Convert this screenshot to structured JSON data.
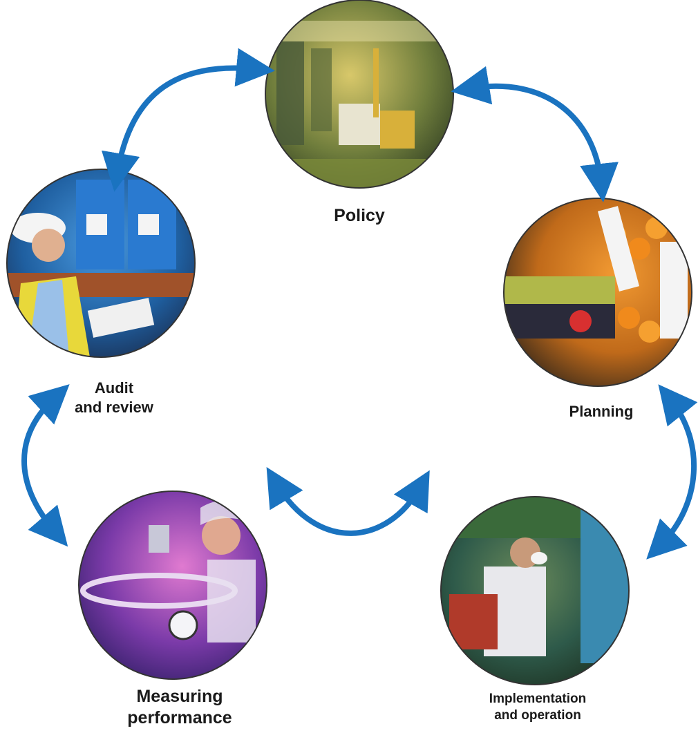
{
  "diagram": {
    "arrow_color": "#1a73c0",
    "stages": [
      {
        "id": "policy",
        "label_lines": [
          "Policy"
        ],
        "photo_icon": "warehouse-forklift-photo",
        "photo_colors": [
          "#c8b24a",
          "#6d7a3a",
          "#3a4a2a"
        ]
      },
      {
        "id": "planning",
        "label_lines": [
          "Planning"
        ],
        "photo_icon": "fruit-crates-photo",
        "photo_colors": [
          "#f08a1c",
          "#9fae3a",
          "#2e4a66"
        ]
      },
      {
        "id": "implementation",
        "label_lines": [
          "Implementation",
          "and operation"
        ],
        "photo_icon": "worker-with-respirator-photo",
        "photo_colors": [
          "#2f7fa0",
          "#b23a2a",
          "#1f3a22"
        ]
      },
      {
        "id": "measuring",
        "label_lines": [
          "Measuring",
          "performance"
        ],
        "photo_icon": "lab-technician-instruments-photo",
        "photo_colors": [
          "#6a2fa0",
          "#d24ab0",
          "#2a2a6a"
        ]
      },
      {
        "id": "audit",
        "label_lines": [
          "Audit",
          "and review"
        ],
        "photo_icon": "inspector-with-drums-photo",
        "photo_colors": [
          "#1f6fb8",
          "#e0c23a",
          "#a04a2a"
        ]
      }
    ]
  }
}
